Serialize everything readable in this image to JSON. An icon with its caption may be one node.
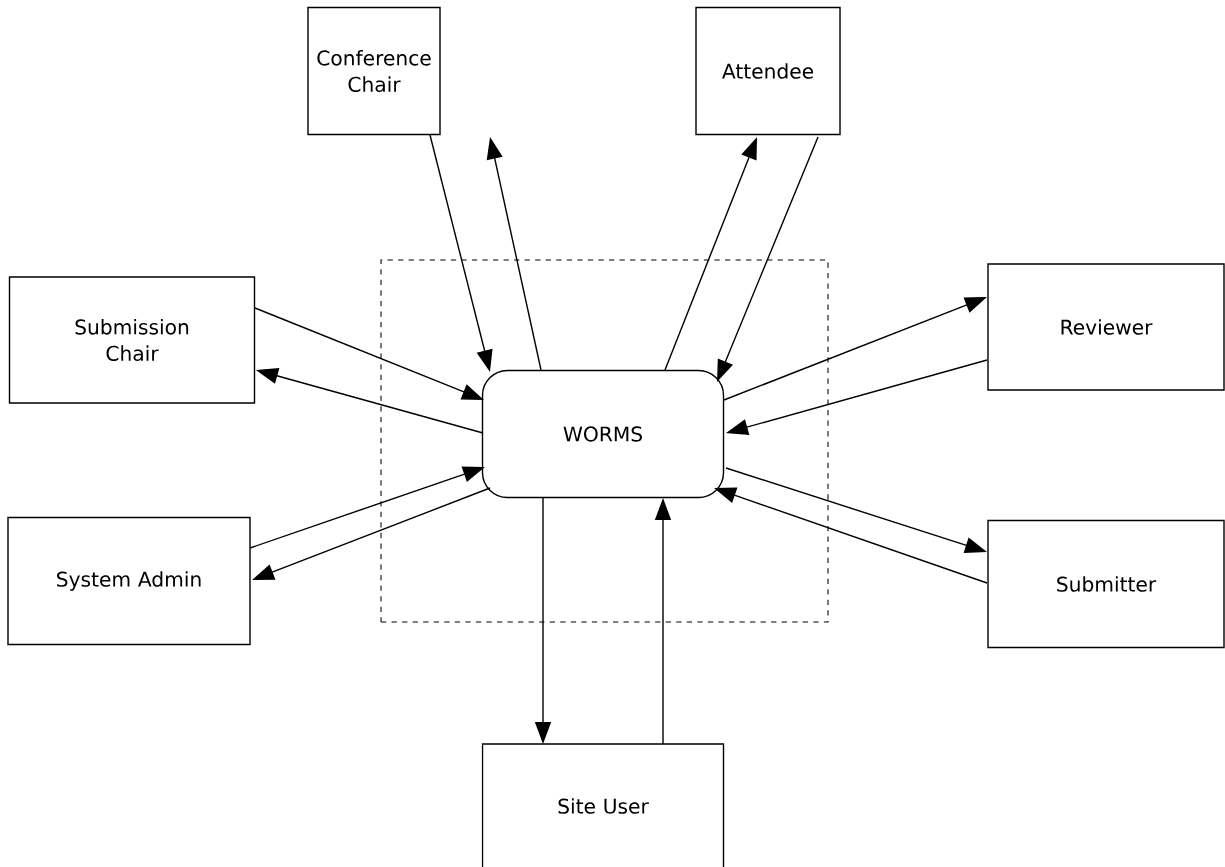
{
  "diagram": {
    "nodes": [
      {
        "text": [
          "Conference Chair"
        ]
      },
      {
        "text": [
          "Attendee"
        ]
      },
      {
        "text": [
          "Submission Chair"
        ]
      },
      {
        "text": [
          "Reviewer"
        ]
      },
      {
        "text": [],
        "shape": "box"
      },
      {
        "text": [
          "WORMS"
        ],
        "in": 4
      },
      {
        "text": [
          "System Admin"
        ]
      },
      {
        "text": [
          "Submitter"
        ]
      },
      {
        "text": [
          "Site User"
        ]
      }
    ],
    "edges": [
      {
        "from": 0,
        "to": 5,
        "arrow": "to"
      },
      {
        "from": 5,
        "to": 0,
        "arrow": "to"
      },
      {
        "from": 5,
        "to": 1,
        "arrow": "to"
      },
      {
        "from": 1,
        "to": 5,
        "arrow": "to"
      },
      {
        "from": 5,
        "to": 3,
        "arrow": "to"
      },
      {
        "from": 3,
        "to": 5,
        "arrow": "to"
      },
      {
        "from": 2,
        "to": 5,
        "arrow": "to"
      },
      {
        "from": 5,
        "to": 2,
        "arrow": "to"
      },
      {
        "from": 6,
        "to": 5,
        "arrow": "to"
      },
      {
        "from": 5,
        "to": 6,
        "arrow": "to"
      },
      {
        "from": 5,
        "to": 7,
        "arrow": "to"
      },
      {
        "from": 7,
        "to": 5,
        "arrow": "to"
      },
      {
        "from": 5,
        "to": 8,
        "arrow": "to"
      },
      {
        "from": 8,
        "to": 5,
        "arrow": "to"
      }
    ]
  }
}
